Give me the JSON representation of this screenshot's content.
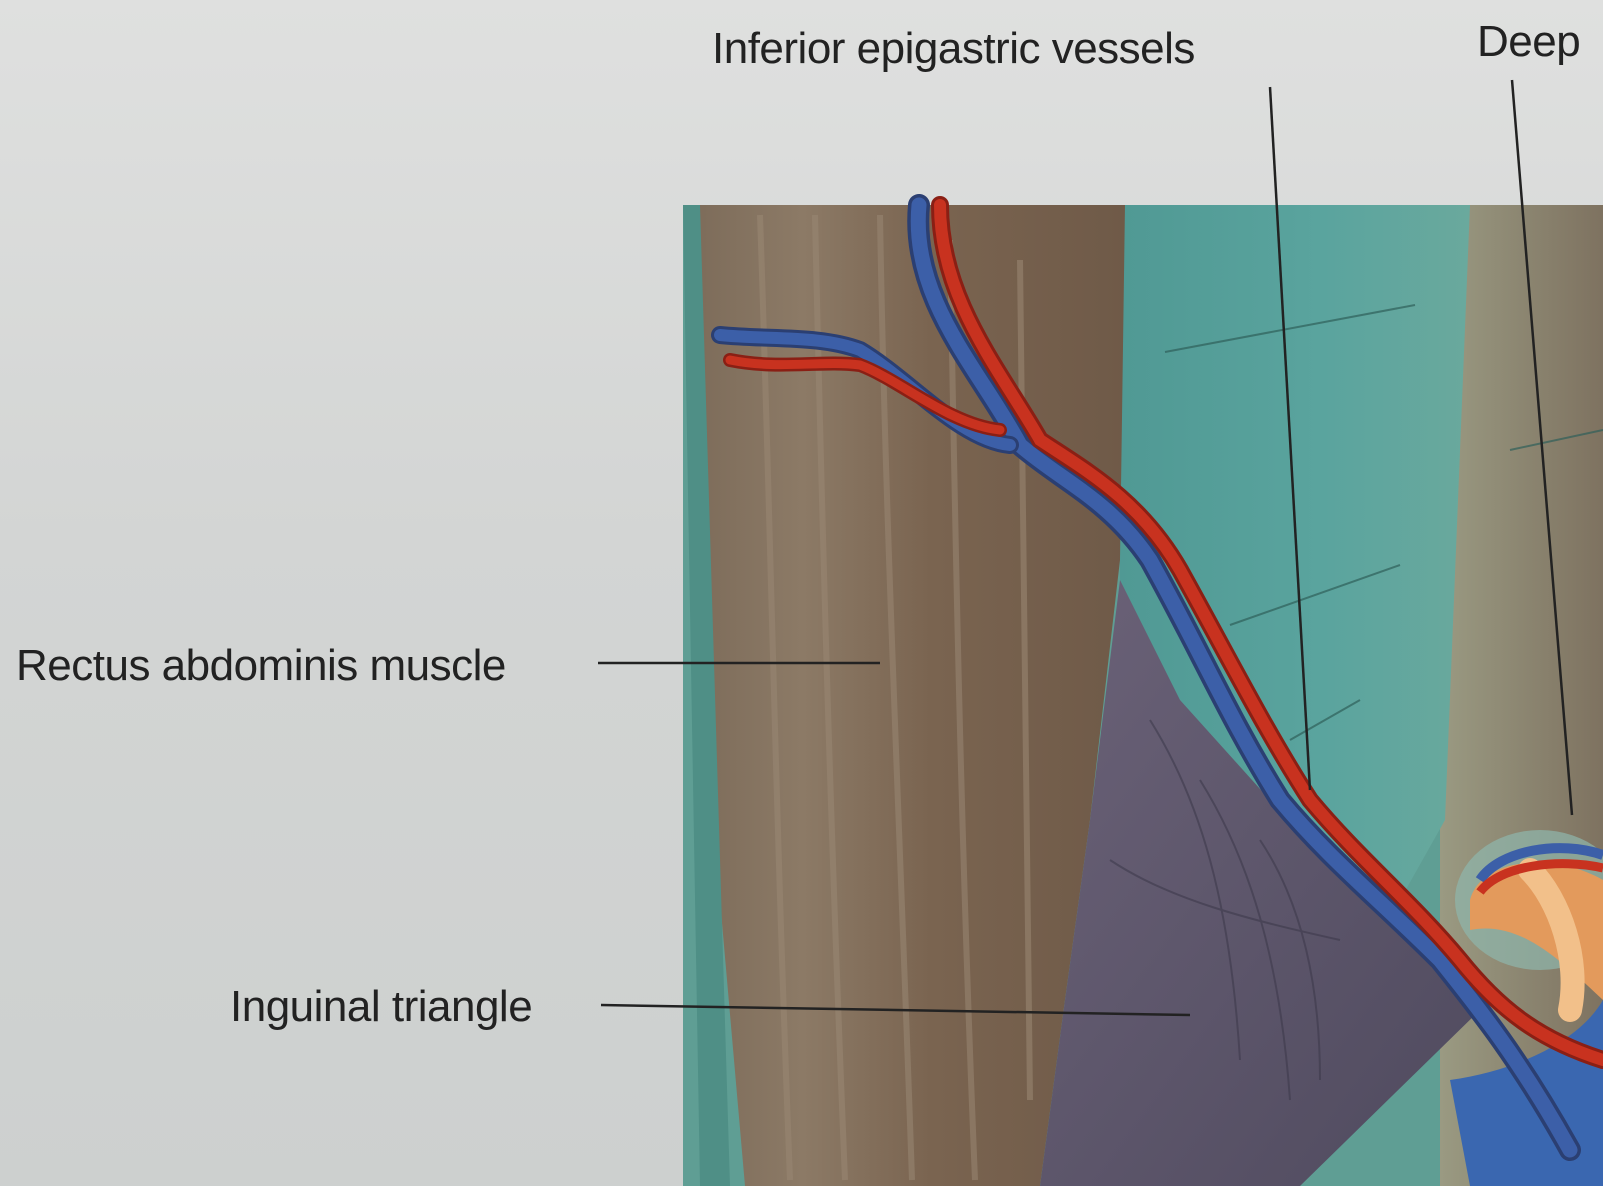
{
  "labels": {
    "inferior_epigastric_vessels": "Inferior epigastric vessels",
    "deep": "Deep",
    "rectus_abdominis_muscle": "Rectus abdominis muscle",
    "inguinal_triangle": "Inguinal triangle"
  },
  "colors": {
    "artery": "#c8321f",
    "vein": "#3c5fa8",
    "rectus_muscle": "#7a6450",
    "fascia_teal": "#5aa09a",
    "triangle_purple": "#5f5470",
    "cord": "#e39a5c"
  }
}
